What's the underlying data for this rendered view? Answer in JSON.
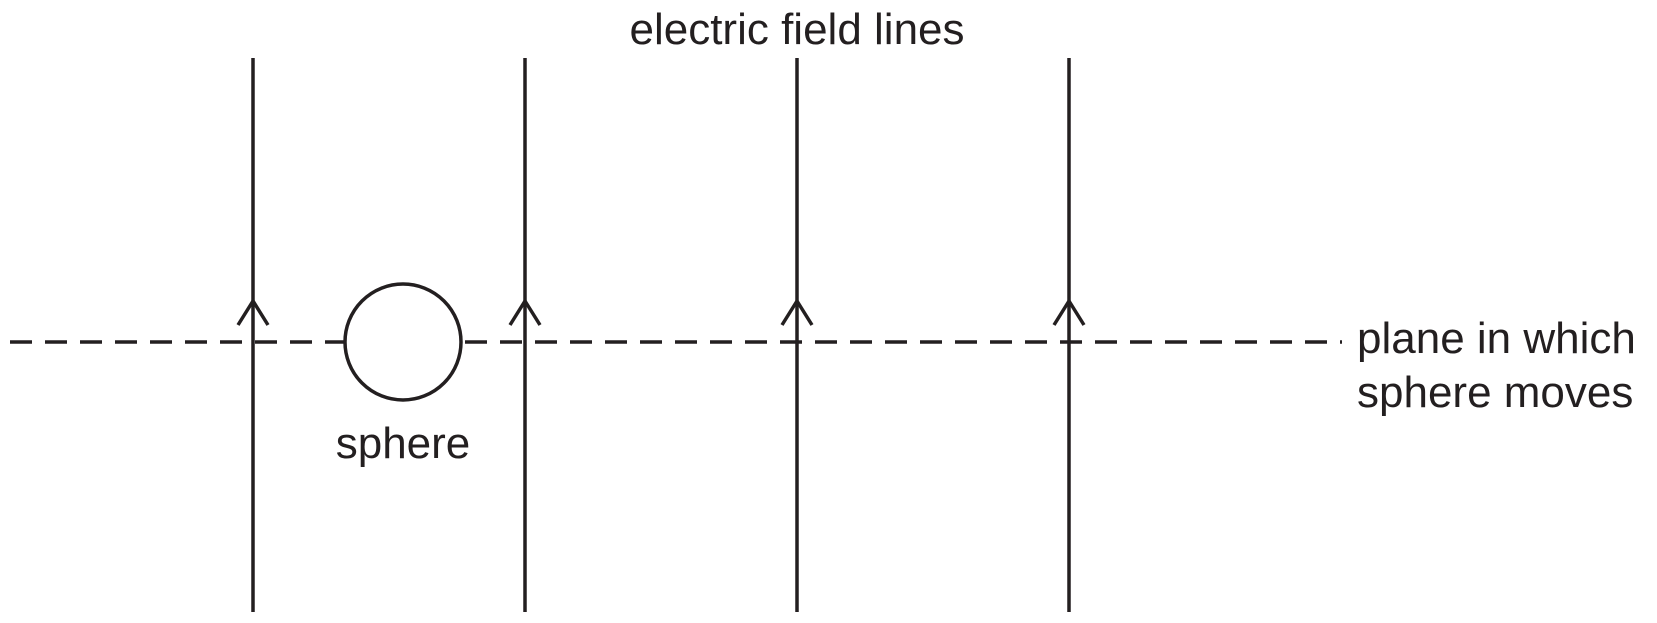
{
  "labels": {
    "field_lines": "electric field lines",
    "sphere": "sphere",
    "plane_line1": "plane in which",
    "plane_line2": "sphere moves"
  },
  "colors": {
    "ink": "#231f20",
    "background": "#ffffff"
  },
  "field_line_count": 4,
  "field_direction": "up"
}
